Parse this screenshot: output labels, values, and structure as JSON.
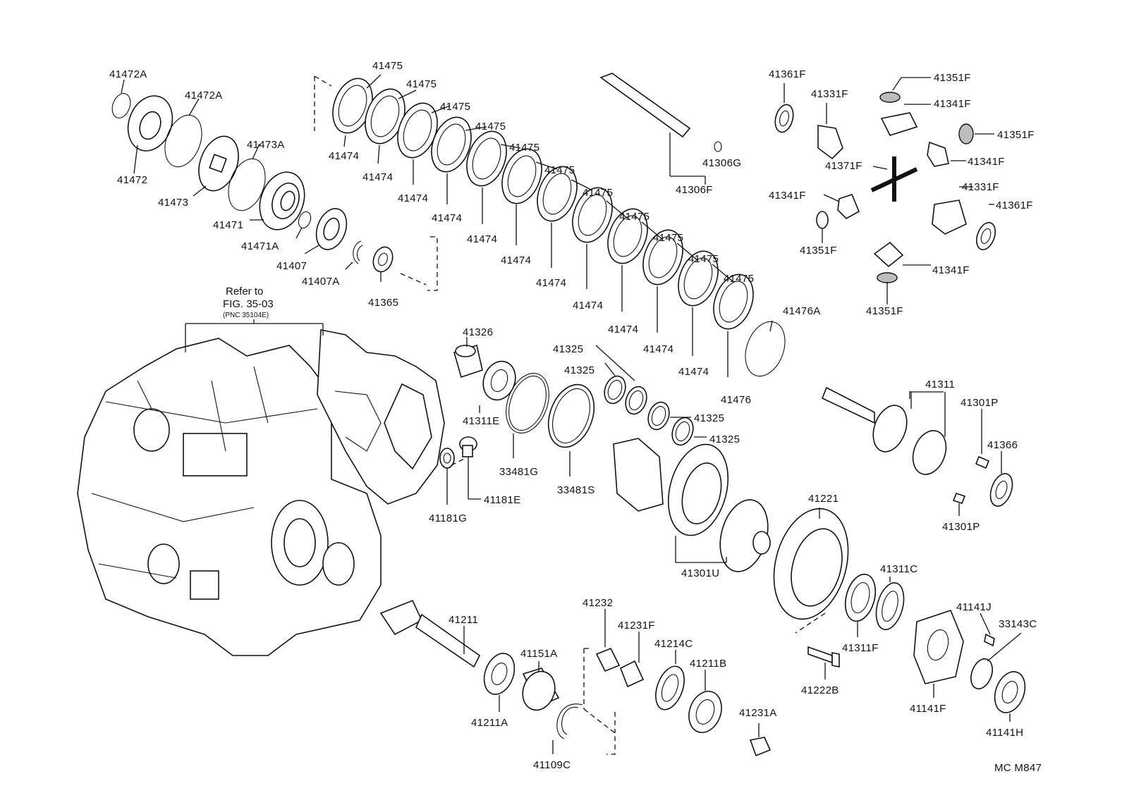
{
  "drawing_code": "MC M847",
  "reference_note": {
    "line1": "Refer to",
    "line2": "FIG. 35-03",
    "line3": "(PNC 35104E)"
  },
  "labels": {
    "l41472A_a": "41472A",
    "l41472A_b": "41472A",
    "l41472": "41472",
    "l41473A": "41473A",
    "l41473": "41473",
    "l41471": "41471",
    "l41471A": "41471A",
    "l41407": "41407",
    "l41407A": "41407A",
    "l41365": "41365",
    "l41475_1": "41475",
    "l41475_2": "41475",
    "l41475_3": "41475",
    "l41475_4": "41475",
    "l41475_5": "41475",
    "l41475_6": "41475",
    "l41475_7": "41475",
    "l41475_8": "41475",
    "l41475_9": "41475",
    "l41475_10": "41475",
    "l41475_11": "41475",
    "l41474_1": "41474",
    "l41474_2": "41474",
    "l41474_3": "41474",
    "l41474_4": "41474",
    "l41474_5": "41474",
    "l41474_6": "41474",
    "l41474_7": "41474",
    "l41474_8": "41474",
    "l41474_9": "41474",
    "l41474_10": "41474",
    "l41474_11": "41474",
    "l41476A": "41476A",
    "l41476": "41476",
    "l41306F": "41306F",
    "l41306G": "41306G",
    "l41361F_a": "41361F",
    "l41361F_b": "41361F",
    "l41331F_a": "41331F",
    "l41331F_b": "41331F",
    "l41351F_a": "41351F",
    "l41351F_b": "41351F",
    "l41351F_c": "41351F",
    "l41351F_d": "41351F",
    "l41341F_a": "41341F",
    "l41341F_b": "41341F",
    "l41341F_c": "41341F",
    "l41341F_d": "41341F",
    "l41371F": "41371F",
    "l41326": "41326",
    "l41311E": "41311E",
    "l41325_a": "41325",
    "l41325_b": "41325",
    "l41325_c": "41325",
    "l41325_d": "41325",
    "l33481G": "33481G",
    "l33481S": "33481S",
    "l41181G": "41181G",
    "l41181E": "41181E",
    "l41301U": "41301U",
    "l41221": "41221",
    "l41311": "41311",
    "l41301P_a": "41301P",
    "l41301P_b": "41301P",
    "l41366": "41366",
    "l41311C": "41311C",
    "l41311F": "41311F",
    "l41141J": "41141J",
    "l33143C": "33143C",
    "l41141F": "41141F",
    "l41141H": "41141H",
    "l41222B": "41222B",
    "l41211": "41211",
    "l41211A": "41211A",
    "l41151A": "41151A",
    "l41109C": "41109C",
    "l41232": "41232",
    "l41231F": "41231F",
    "l41214C": "41214C",
    "l41211B": "41211B",
    "l41231A": "41231A"
  }
}
